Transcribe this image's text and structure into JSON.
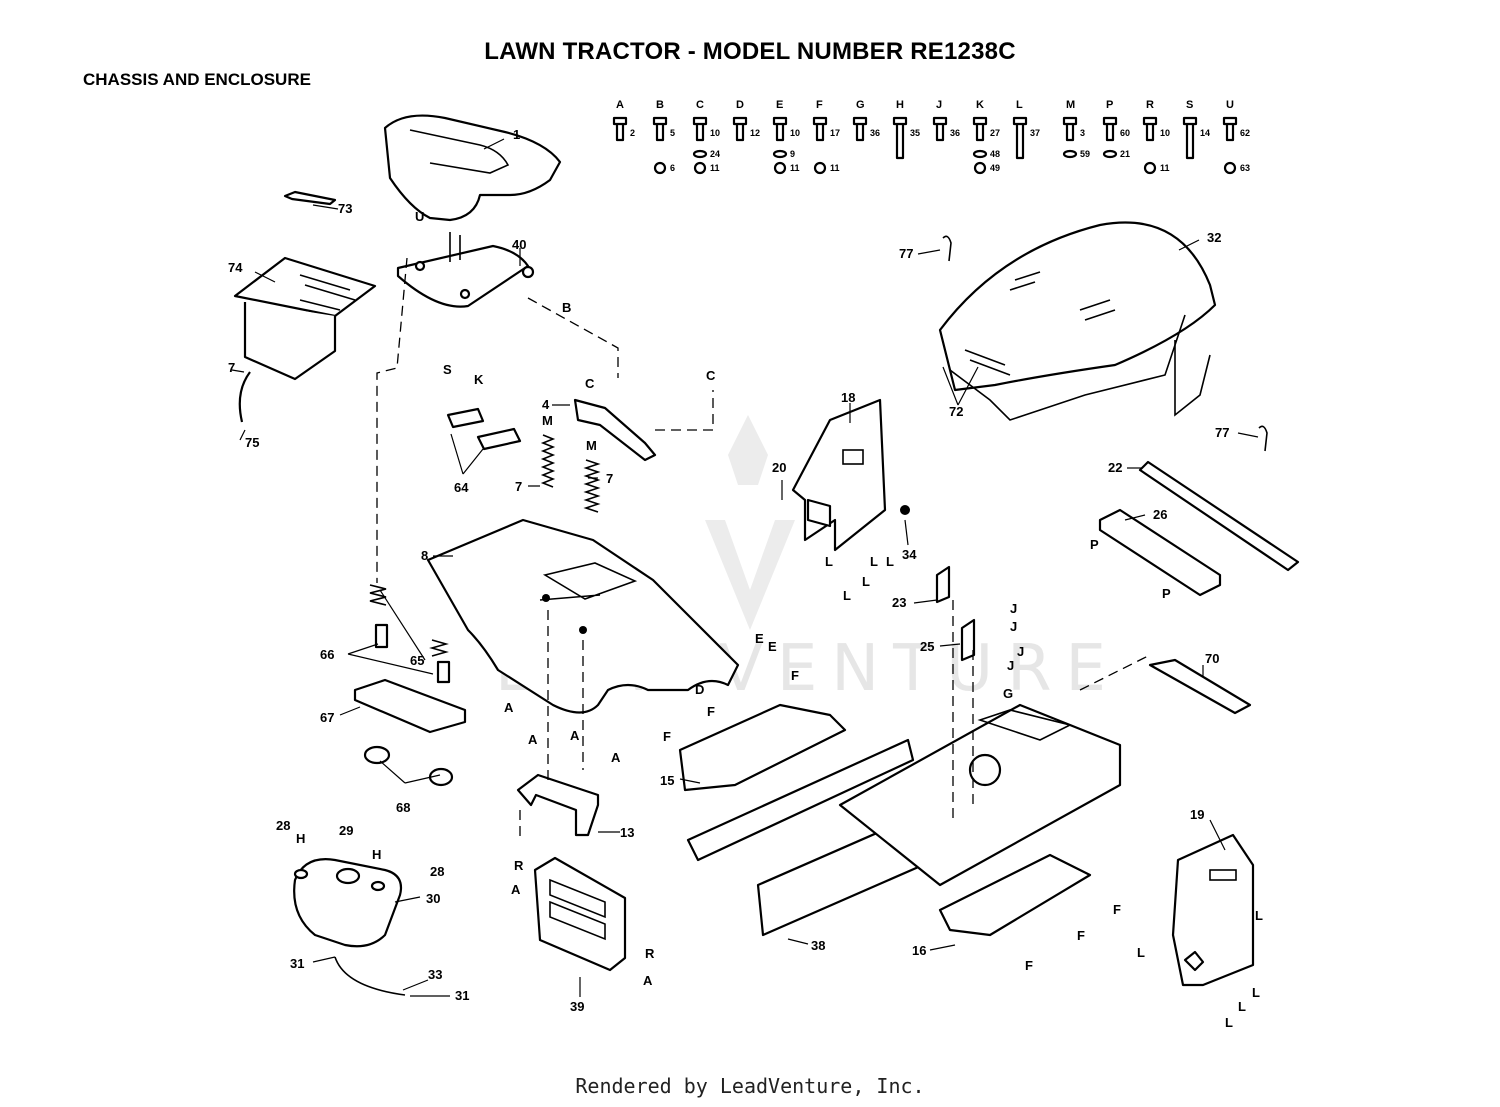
{
  "header": {
    "title": "LAWN TRACTOR - MODEL NUMBER RE1238C",
    "section": "CHASSIS AND ENCLOSURE"
  },
  "watermark": {
    "text": "LEADVENTURE"
  },
  "footer": {
    "text": "Rendered by LeadVenture, Inc."
  },
  "hardware_key": [
    {
      "letter": "A",
      "top": "2",
      "bottom": ""
    },
    {
      "letter": "B",
      "top": "5",
      "bottom": "6"
    },
    {
      "letter": "C",
      "top": "10",
      "mid": "24",
      "bottom": "11"
    },
    {
      "letter": "D",
      "top": "12",
      "bottom": ""
    },
    {
      "letter": "E",
      "top": "10",
      "mid": "9",
      "bottom": "11"
    },
    {
      "letter": "F",
      "top": "17",
      "bottom": "11"
    },
    {
      "letter": "G",
      "top": "36",
      "bottom": ""
    },
    {
      "letter": "H",
      "top": "35",
      "bottom": ""
    },
    {
      "letter": "J",
      "top": "36",
      "bottom": ""
    },
    {
      "letter": "K",
      "top": "27",
      "mid": "48",
      "bottom": "49"
    },
    {
      "letter": "L",
      "top": "37",
      "bottom": ""
    },
    {
      "letter": "M",
      "top": "3",
      "mid": "59",
      "bottom": ""
    },
    {
      "letter": "P",
      "top": "60",
      "mid": "21",
      "bottom": ""
    },
    {
      "letter": "R",
      "top": "10",
      "bottom": "11"
    },
    {
      "letter": "S",
      "top": "14",
      "bottom": ""
    },
    {
      "letter": "U",
      "top": "62",
      "bottom": "63"
    }
  ],
  "callouts": [
    {
      "id": "c1",
      "text": "1"
    },
    {
      "id": "c73",
      "text": "73"
    },
    {
      "id": "c40",
      "text": "40"
    },
    {
      "id": "c74",
      "text": "74"
    },
    {
      "id": "c7a",
      "text": "7"
    },
    {
      "id": "c75",
      "text": "75"
    },
    {
      "id": "c4",
      "text": "4"
    },
    {
      "id": "c64",
      "text": "64"
    },
    {
      "id": "c7b",
      "text": "7"
    },
    {
      "id": "c7c",
      "text": "7"
    },
    {
      "id": "c8",
      "text": "8"
    },
    {
      "id": "c18",
      "text": "18"
    },
    {
      "id": "c20",
      "text": "20"
    },
    {
      "id": "c34",
      "text": "34"
    },
    {
      "id": "c32",
      "text": "32"
    },
    {
      "id": "c77a",
      "text": "77"
    },
    {
      "id": "c72",
      "text": "72"
    },
    {
      "id": "c77b",
      "text": "77"
    },
    {
      "id": "c22",
      "text": "22"
    },
    {
      "id": "c26",
      "text": "26"
    },
    {
      "id": "c23",
      "text": "23"
    },
    {
      "id": "c25",
      "text": "25"
    },
    {
      "id": "c70",
      "text": "70"
    },
    {
      "id": "c66",
      "text": "66"
    },
    {
      "id": "c65",
      "text": "65"
    },
    {
      "id": "c67",
      "text": "67"
    },
    {
      "id": "c68",
      "text": "68"
    },
    {
      "id": "c15",
      "text": "15"
    },
    {
      "id": "c13",
      "text": "13"
    },
    {
      "id": "c28a",
      "text": "28"
    },
    {
      "id": "c29",
      "text": "29"
    },
    {
      "id": "c28b",
      "text": "28"
    },
    {
      "id": "c30",
      "text": "30"
    },
    {
      "id": "c31a",
      "text": "31"
    },
    {
      "id": "c33",
      "text": "33"
    },
    {
      "id": "c31b",
      "text": "31"
    },
    {
      "id": "c39",
      "text": "39"
    },
    {
      "id": "c38",
      "text": "38"
    },
    {
      "id": "c16",
      "text": "16"
    },
    {
      "id": "c19",
      "text": "19"
    }
  ],
  "ref_letters": [
    {
      "id": "rU",
      "text": "U"
    },
    {
      "id": "rB",
      "text": "B"
    },
    {
      "id": "rS",
      "text": "S"
    },
    {
      "id": "rK",
      "text": "K"
    },
    {
      "id": "rC1",
      "text": "C"
    },
    {
      "id": "rC2",
      "text": "C"
    },
    {
      "id": "rM1",
      "text": "M"
    },
    {
      "id": "rM2",
      "text": "M"
    },
    {
      "id": "rE1",
      "text": "E"
    },
    {
      "id": "rE2",
      "text": "E"
    },
    {
      "id": "rD",
      "text": "D"
    },
    {
      "id": "rF1",
      "text": "F"
    },
    {
      "id": "rF2",
      "text": "F"
    },
    {
      "id": "rF3",
      "text": "F"
    },
    {
      "id": "rG",
      "text": "G"
    },
    {
      "id": "rA1",
      "text": "A"
    },
    {
      "id": "rA2",
      "text": "A"
    },
    {
      "id": "rA3",
      "text": "A"
    },
    {
      "id": "rA4",
      "text": "A"
    },
    {
      "id": "rJ1",
      "text": "J"
    },
    {
      "id": "rJ2",
      "text": "J"
    },
    {
      "id": "rJ3",
      "text": "J"
    },
    {
      "id": "rJ4",
      "text": "J"
    },
    {
      "id": "rP1",
      "text": "P"
    },
    {
      "id": "rP2",
      "text": "P"
    },
    {
      "id": "rL1",
      "text": "L"
    },
    {
      "id": "rL2",
      "text": "L"
    },
    {
      "id": "rL3",
      "text": "L"
    },
    {
      "id": "rL4",
      "text": "L"
    },
    {
      "id": "rL5",
      "text": "L"
    },
    {
      "id": "rH1",
      "text": "H"
    },
    {
      "id": "rH2",
      "text": "H"
    },
    {
      "id": "rR1",
      "text": "R"
    },
    {
      "id": "rA5",
      "text": "A"
    },
    {
      "id": "rR2",
      "text": "R"
    },
    {
      "id": "rA6",
      "text": "A"
    },
    {
      "id": "rF4",
      "text": "F"
    },
    {
      "id": "rF5",
      "text": "F"
    },
    {
      "id": "rF6",
      "text": "F"
    },
    {
      "id": "rL6",
      "text": "L"
    },
    {
      "id": "rL7",
      "text": "L"
    },
    {
      "id": "rL8",
      "text": "L"
    },
    {
      "id": "rL9",
      "text": "L"
    },
    {
      "id": "rL10",
      "text": "L"
    }
  ]
}
